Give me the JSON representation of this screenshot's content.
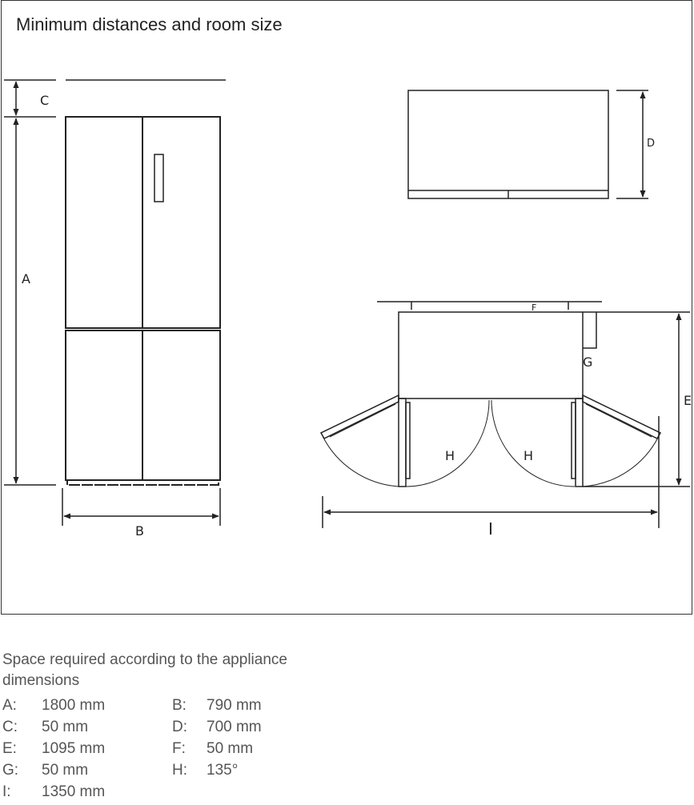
{
  "title": "Minimum distances and room size",
  "labels": {
    "A": "A",
    "B": "B",
    "C": "C",
    "D": "D",
    "E": "E",
    "F": "F",
    "G": "G",
    "H": "H",
    "I": "I"
  },
  "intro": "Space required according to the appliance dimensions",
  "specs": [
    [
      {
        "k": "A:",
        "v": "1800 mm"
      },
      {
        "k": "B:",
        "v": "790 mm"
      }
    ],
    [
      {
        "k": "C:",
        "v": "50 mm"
      },
      {
        "k": "D:",
        "v": "700 mm"
      }
    ],
    [
      {
        "k": "E:",
        "v": "1095 mm"
      },
      {
        "k": "F:",
        "v": "50 mm"
      }
    ],
    [
      {
        "k": "G:",
        "v": "50 mm"
      },
      {
        "k": "H:",
        "v": "135°"
      }
    ],
    [
      {
        "k": "I:",
        "v": "1350 mm"
      }
    ]
  ]
}
